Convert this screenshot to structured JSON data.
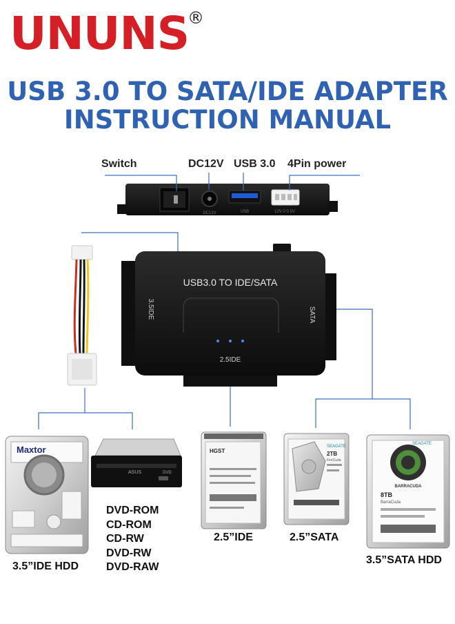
{
  "brand": {
    "name": "UNUNS",
    "registered": "®"
  },
  "title": {
    "line1": "USB 3.0 TO SATA/IDE ADAPTER",
    "line2": "INSTRUCTION MANUAL"
  },
  "ports": {
    "switch": "Switch",
    "dc": "DC12V",
    "usb": "USB 3.0",
    "power": "4Pin power",
    "dc_small": "DC12V",
    "usb_small": "USB",
    "power_small": "12V 0 0 5V"
  },
  "adapter": {
    "top_label": "USB3.0 TO IDE/SATA",
    "left_label": "3.5IDE",
    "right_label": "SATA",
    "bottom_label": "2.5IDE"
  },
  "devices": {
    "ide35": "3.5”IDE HDD",
    "optical": [
      "DVD-ROM",
      "CD-ROM",
      "CD-RW",
      "DVD-RW",
      "DVD-RAW"
    ],
    "ide25": "2.5”IDE",
    "sata25": "2.5”SATA",
    "sata35": "3.5”SATA HDD"
  },
  "drive_text": {
    "maxtor": "Maxtor",
    "asus": "ASUS",
    "dvd": "DVD",
    "hgst": "HGST",
    "seagate": "SEAGATE",
    "cap2tb": "2TB",
    "firecuda": "FireCuda",
    "cap8tb": "8TB",
    "barracuda": "BARRACUDA",
    "barracuda_small": "BarraCuda"
  },
  "colors": {
    "brand": "#d51f26",
    "title": "#2f62b3",
    "line": "#3a6fc4"
  }
}
